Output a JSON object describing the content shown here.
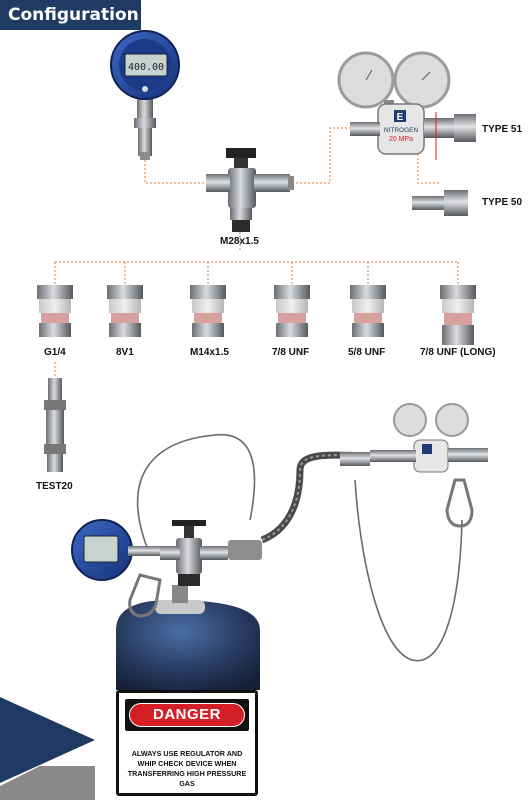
{
  "header": {
    "title": "Configuration"
  },
  "gauge_display": {
    "reading": "400.00"
  },
  "regulator": {
    "logo": "E",
    "gas": "NITROGEN",
    "pressure": "20 MPa"
  },
  "connectors": {
    "type51": "TYPE 51",
    "type50": "TYPE 50",
    "m28": "M28x1.5",
    "adapters": [
      "G1/4",
      "8V1",
      "M14x1.5",
      "7/8 UNF",
      "5/8 UNF",
      "7/8 UNF (LONG)"
    ],
    "test": "TEST20"
  },
  "warning": {
    "title": "DANGER",
    "lines": [
      "ALWAYS USE REGULATOR AND",
      "WHIP CHECK DEVICE WHEN",
      "TRANSFERRING HIGH PRESSURE GAS"
    ]
  },
  "colors": {
    "header_bg": "#1f3b63",
    "dashed_line": "#e07b2e",
    "danger_red": "#d51f26",
    "cylinder": "#27395e"
  }
}
